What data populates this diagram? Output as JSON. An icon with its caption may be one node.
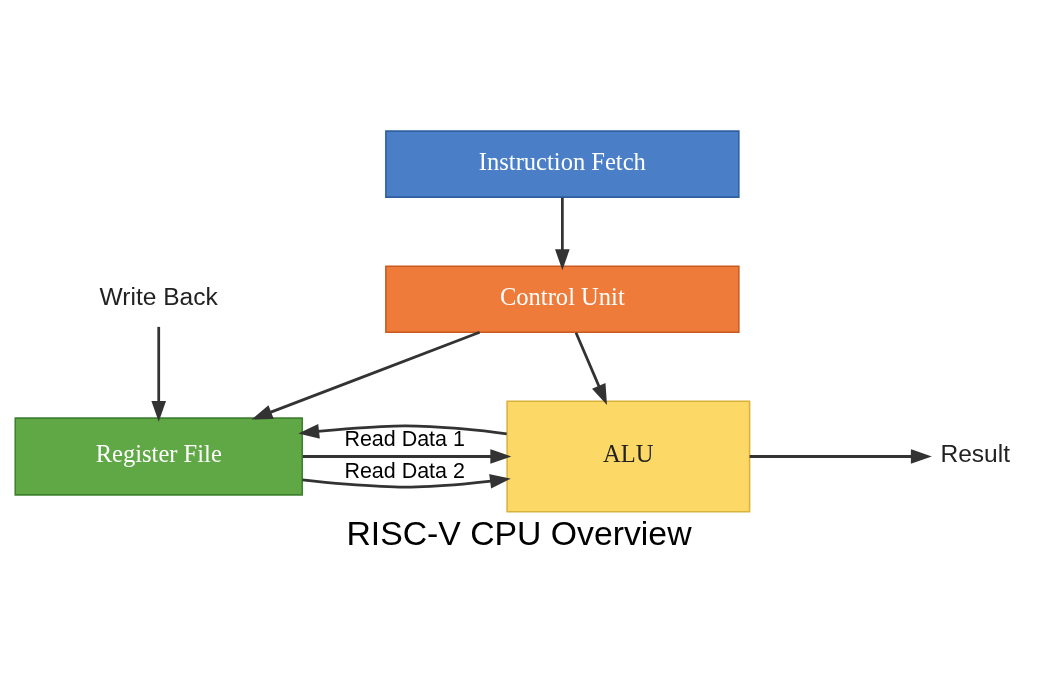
{
  "diagram": {
    "title": "RISC-V CPU Overview",
    "nodes": [
      {
        "text": [
          "Instruction Fetch"
        ]
      },
      {
        "text": [
          "Control Unit"
        ]
      },
      {
        "text": [
          "Register File"
        ]
      },
      {
        "text": [
          "ALU"
        ]
      },
      {
        "text": [
          "Result"
        ]
      },
      {
        "text": [
          "Write Back"
        ]
      }
    ],
    "edges": [
      {
        "from": 0,
        "to": 1,
        "arrow": "to"
      },
      {
        "from": 1,
        "to": 2,
        "arrow": "to"
      },
      {
        "from": 1,
        "to": 3,
        "arrow": "to"
      },
      {
        "from": 2,
        "to": 3,
        "arrow": "to",
        "label": "Read Data 1"
      },
      {
        "from": 2,
        "to": 3,
        "arrow": "to",
        "label": "Read Data 2"
      },
      {
        "from": 3,
        "to": 4,
        "arrow": "to"
      },
      {
        "from": 3,
        "to": 2,
        "arrow": "to"
      },
      {
        "from": 5,
        "to": 2,
        "arrow": "to"
      }
    ]
  }
}
